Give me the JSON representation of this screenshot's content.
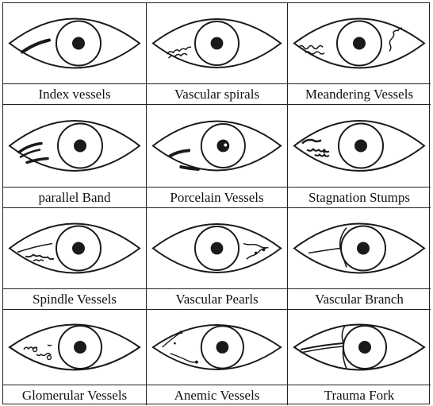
{
  "colors": {
    "line": "#1a1a1a",
    "background": "#ffffff"
  },
  "cells": [
    {
      "label": "Index vessels",
      "icon": "eye-index-vessels-icon"
    },
    {
      "label": "Vascular spirals",
      "icon": "eye-vascular-spirals-icon"
    },
    {
      "label": "Meandering Vessels",
      "icon": "eye-meandering-vessels-icon"
    },
    {
      "label": "parallel Band",
      "icon": "eye-parallel-band-icon"
    },
    {
      "label": "Porcelain Vessels",
      "icon": "eye-porcelain-vessels-icon"
    },
    {
      "label": "Stagnation Stumps",
      "icon": "eye-stagnation-stumps-icon"
    },
    {
      "label": "Spindle Vessels",
      "icon": "eye-spindle-vessels-icon"
    },
    {
      "label": "Vascular Pearls",
      "icon": "eye-vascular-pearls-icon"
    },
    {
      "label": "Vascular Branch",
      "icon": "eye-vascular-branch-icon"
    },
    {
      "label": "Glomerular Vessels",
      "icon": "eye-glomerular-vessels-icon"
    },
    {
      "label": "Anemic Vessels",
      "icon": "eye-anemic-vessels-icon"
    },
    {
      "label": "Trauma Fork",
      "icon": "eye-trauma-fork-icon"
    }
  ]
}
